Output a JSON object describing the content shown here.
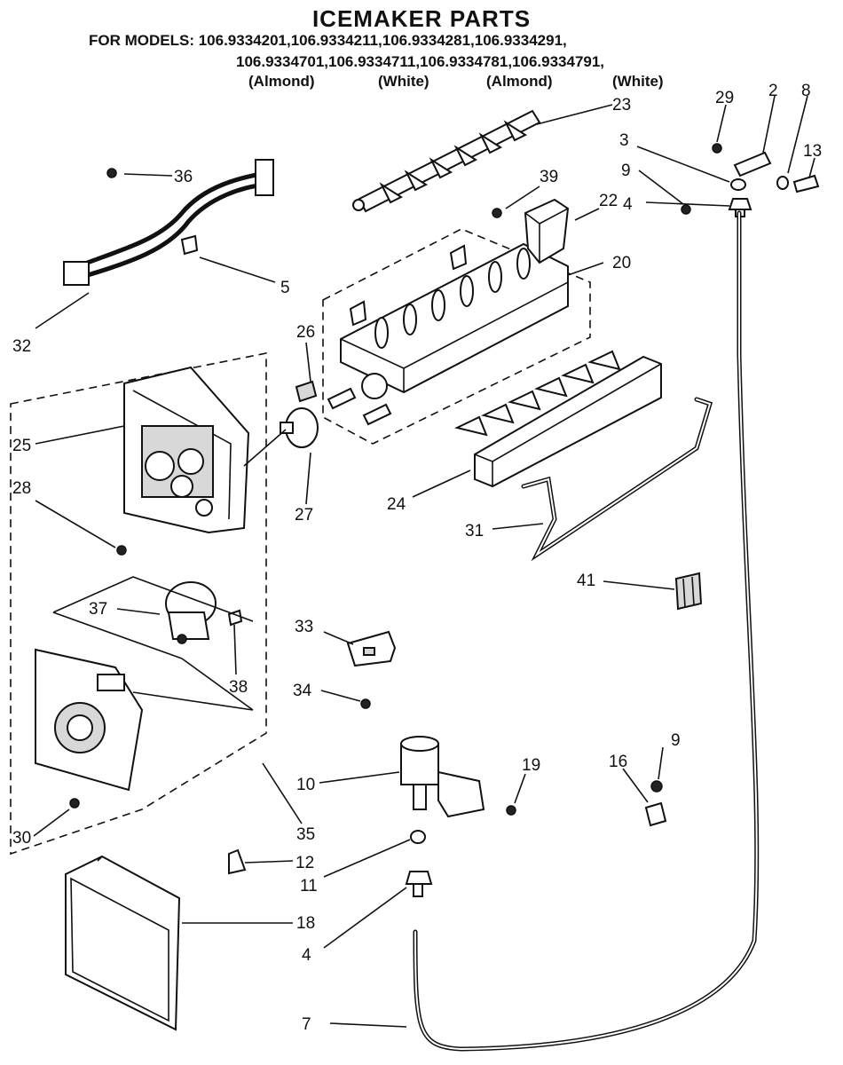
{
  "title": "ICEMAKER PARTS",
  "models_line1": "FOR MODELS: 106.9334201,106.9334211,106.9334281,106.9334291,",
  "models_line2": "106.9334701,106.9334711,106.9334781,106.9334791,",
  "colors": [
    "(Almond)",
    "(White)",
    "(Almond)",
    "(White)"
  ],
  "labels": {
    "p29": "29",
    "p2": "2",
    "p8": "8",
    "p3": "3",
    "p13": "13",
    "p9a": "9",
    "p4a": "4",
    "p23": "23",
    "p36": "36",
    "p39": "39",
    "p22": "22",
    "p20": "20",
    "p5": "5",
    "p32": "32",
    "p26": "26",
    "p25": "25",
    "p27": "27",
    "p28": "28",
    "p24": "24",
    "p31": "31",
    "p41": "41",
    "p37": "37",
    "p38": "38",
    "p33": "33",
    "p34": "34",
    "p9b": "9",
    "p16": "16",
    "p10": "10",
    "p19": "19",
    "p30": "30",
    "p35": "35",
    "p12": "12",
    "p11": "11",
    "p18": "18",
    "p4b": "4",
    "p7": "7"
  }
}
